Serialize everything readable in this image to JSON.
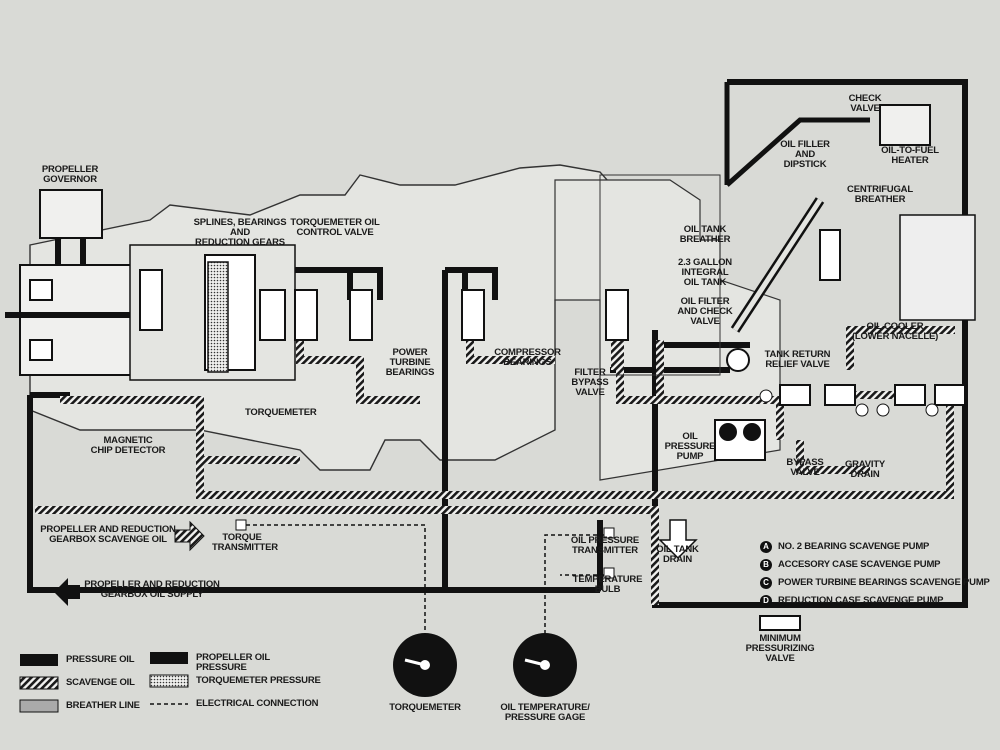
{
  "diagram": {
    "labels": {
      "propeller_governor": "PROPELLER\nGOVERNOR",
      "splines": "SPLINES, BEARINGS AND\nREDUCTION GEARS",
      "torquemeter_valve": "TORQUEMETER OIL\nCONTROL VALVE",
      "check_valve": "CHECK\nVALVE",
      "oil_fuel_heater": "OIL-TO-FUEL\nHEATER",
      "oil_filler": "OIL FILLER\nAND\nDIPSTICK",
      "centrifugal_breather": "CENTRIFUGAL\nBREATHER",
      "oil_tank_breather": "OIL TANK\nBREATHER",
      "integral_tank": "2.3 GALLON\nINTEGRAL\nOIL TANK",
      "filter_check": "OIL FILTER\nAND CHECK\nVALVE",
      "oil_cooler": "OIL COOLER\n(LOWER NACELLE)",
      "tank_return": "TANK RETURN\nRELIEF VALVE",
      "power_turbine_bearings": "POWER\nTURBINE\nBEARINGS",
      "compressor_bearings": "COMPRESSOR\nBEARINGS",
      "filter_bypass": "FILTER\nBYPASS\nVALVE",
      "torquemeter": "TORQUEMETER",
      "magnetic_chip": "MAGNETIC\nCHIP DETECTOR",
      "oil_pressure_pump": "OIL\nPRESSURE\nPUMP",
      "bypass_valve": "BYPASS\nVALVE",
      "gravity_drain": "GRAVITY\nDRAIN",
      "scavenge_oil_flow": "PROPELLER AND REDUCTION\nGEARBOX SCAVENGE OIL",
      "torque_transmitter": "TORQUE\nTRANSMITTER",
      "oil_pressure_transmitter": "OIL PRESSURE\nTRANSMITTER",
      "oil_tank_drain": "OIL TANK\nDRAIN",
      "temperature_bulb": "TEMPERATURE\nBULB",
      "supply_flow": "PROPELLER AND REDUCTION\nGEARBOX OIL SUPPLY",
      "min_pressurizing": "MINIMUM\nPRESSURIZING\nVALVE",
      "torquemeter_gage": "TORQUEMETER",
      "oil_temp_gage": "OIL TEMPERATURE/\nPRESSURE GAGE"
    },
    "pumps": [
      {
        "letter": "A",
        "label": "NO. 2 BEARING SCAVENGE PUMP"
      },
      {
        "letter": "B",
        "label": "ACCESORY CASE SCAVENGE PUMP"
      },
      {
        "letter": "C",
        "label": "POWER TURBINE BEARINGS SCAVENGE PUMP"
      },
      {
        "letter": "D",
        "label": "REDUCTION CASE SCAVENGE PUMP"
      }
    ],
    "legend": {
      "pressure_oil": "PRESSURE OIL",
      "scavenge_oil": "SCAVENGE OIL",
      "breather_line": "BREATHER LINE",
      "propeller_oil": "PROPELLER OIL PRESSURE",
      "torquemeter_pressure": "TORQUEMETER PRESSURE",
      "electrical": "ELECTRICAL CONNECTION"
    },
    "colors": {
      "pressure": "#111111",
      "background": "#d9dad6",
      "housing": "#e4e5e1"
    }
  }
}
